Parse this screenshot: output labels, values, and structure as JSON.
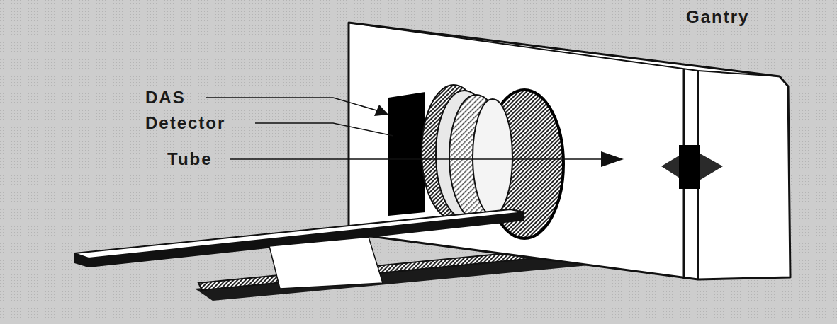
{
  "diagram": {
    "labels": [
      "Gantry",
      "DAS",
      "Detector",
      "Tube"
    ]
  }
}
